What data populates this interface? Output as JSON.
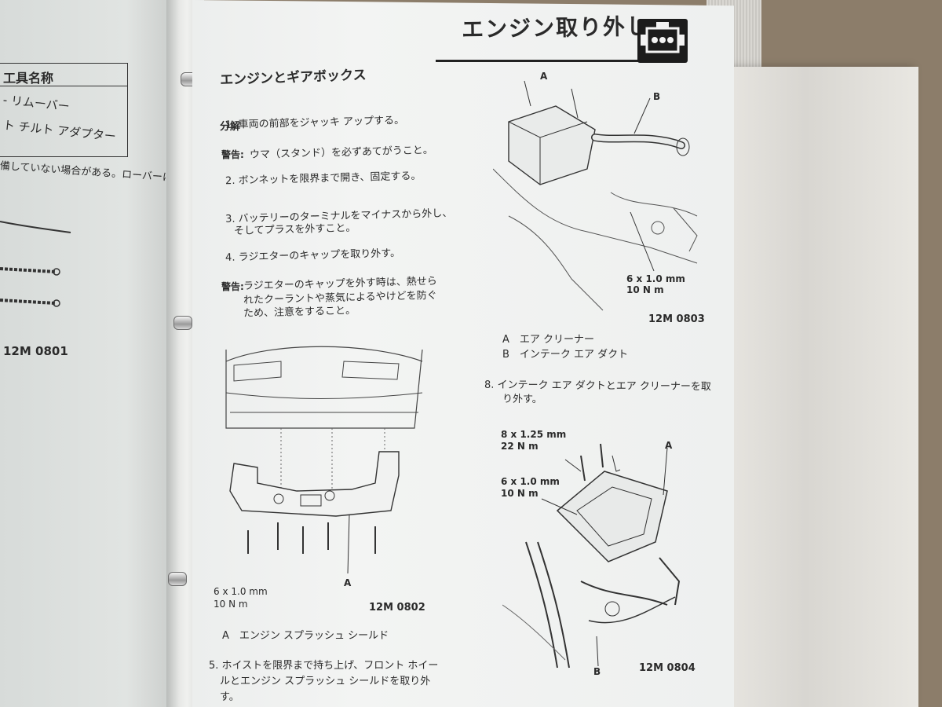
{
  "left_page": {
    "table_header": "工具名称",
    "table_rows": [
      "- リムーバー",
      "ト チルト アダプター"
    ],
    "note": "備していない場合がある。ローバーに",
    "figure_code": "12M 0801"
  },
  "header": {
    "title": "エンジン取り外し",
    "icon": "engine-icon"
  },
  "section_title": "エンジンとギアボックス",
  "subsection": "分解",
  "steps": {
    "s1": "1. 車両の前部をジャッキ アップする。",
    "w1_label": "警告:",
    "w1_text": "ウマ（スタンド）を必ずあてがうこと。",
    "s2": "2. ボンネットを限界まで開き、固定する。",
    "s3_a": "3. バッテリーのターミナルをマイナスから外し、",
    "s3_b": "そしてプラスを外すこと。",
    "s4": "4. ラジエターのキャップを取り外す。",
    "w2_label": "警告:",
    "w2_a": "ラジエターのキャップを外す時は、熱せら",
    "w2_b": "れたクーラントや蒸気によるやけどを防ぐ",
    "w2_c": "ため、注意をすること。",
    "s5_a": "5. ホイストを限界まで持ち上げ、フロント ホイー",
    "s5_b": "ルとエンジン スプラッシュ シールドを取り外",
    "s5_c": "す。",
    "s8_a": "8. インテーク エア ダクトとエア クリーナーを取",
    "s8_b": "り外す。"
  },
  "fig_0802": {
    "code": "12M 0802",
    "torque_a": "6 x 1.0 mm",
    "torque_b": "10 N m",
    "callout": "A",
    "legend_a": "A　エンジン スプラッシュ シールド"
  },
  "fig_0803": {
    "code": "12M 0803",
    "callout_a": "A",
    "callout_b": "B",
    "torque_a": "6 x 1.0 mm",
    "torque_b": "10 N m",
    "legend_a": "A　エア クリーナー",
    "legend_b": "B　インテーク エア ダクト"
  },
  "fig_0804": {
    "code": "12M 0804",
    "callout_a": "A",
    "callout_b": "B",
    "torque1_a": "8 x 1.25 mm",
    "torque1_b": "22 N m",
    "torque2_a": "6 x 1.0 mm",
    "torque2_b": "10 N m"
  }
}
